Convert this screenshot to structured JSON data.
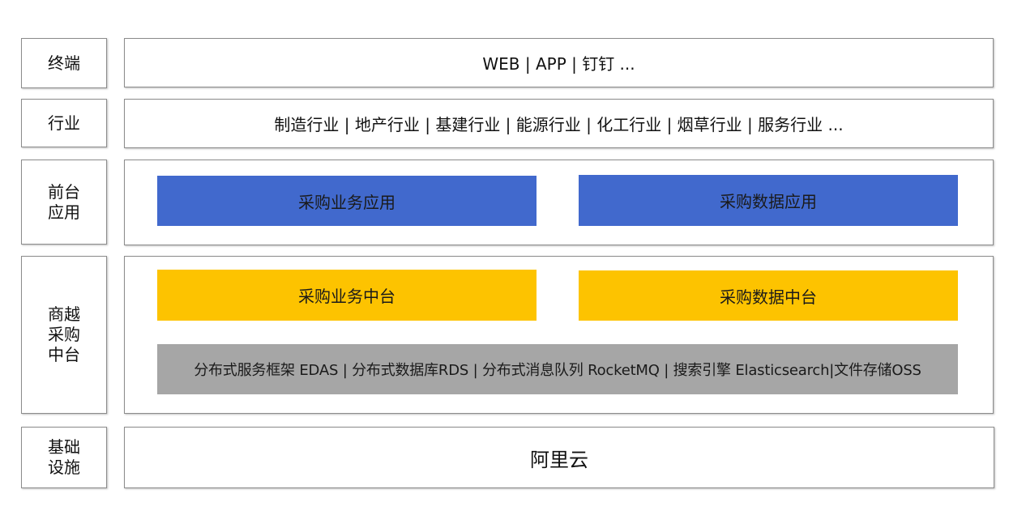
{
  "colors": {
    "front_app": "#4169CD",
    "middle_platform": "#FDC300",
    "infrastructure_services": "#A6A6A6",
    "border": "#8c8c8c"
  },
  "layers": [
    {
      "label": "终端",
      "content": "WEB | APP | 钉钉 ..."
    },
    {
      "label": "行业",
      "content": "制造行业 | 地产行业 | 基建行业 | 能源行业 | 化工行业 | 烟草行业 | 服务行业 ..."
    },
    {
      "label": "前台\n应用",
      "blocks": [
        "采购业务应用",
        "采购数据应用"
      ]
    },
    {
      "label": "商越\n采购\n中台",
      "blocks": [
        "采购业务中台",
        "采购数据中台"
      ],
      "services": "分布式服务框架 EDAS | 分布式数据库RDS | 分布式消息队列 RocketMQ | 搜索引擎 Elasticsearch|文件存储OSS"
    },
    {
      "label": "基础\n设施",
      "content": "阿里云"
    }
  ]
}
